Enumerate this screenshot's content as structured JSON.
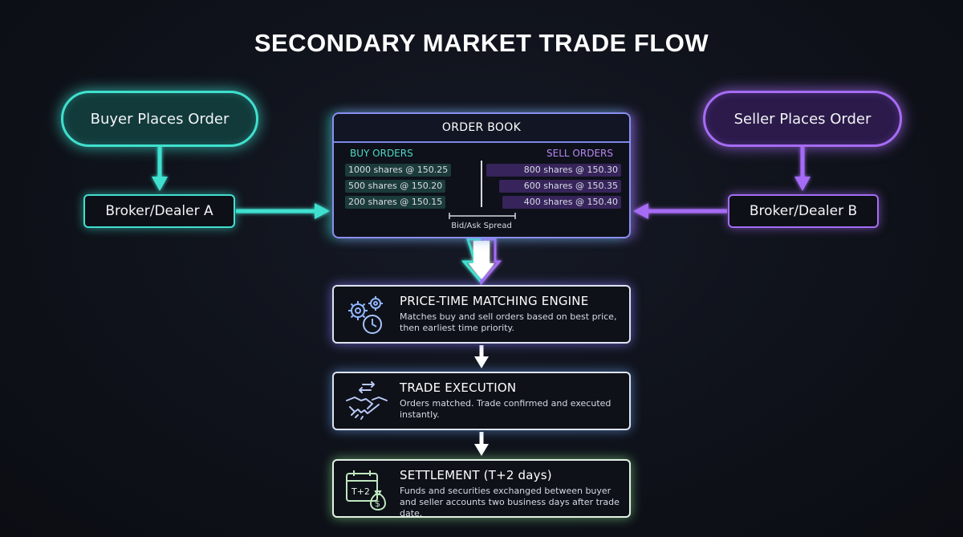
{
  "title": "SECONDARY MARKET TRADE FLOW",
  "buyer": {
    "label": "Buyer Places Order",
    "broker": "Broker/Dealer A"
  },
  "seller": {
    "label": "Seller Places Order",
    "broker": "Broker/Dealer B"
  },
  "order_book": {
    "title": "ORDER BOOK",
    "buy_header": "BUY ORDERS",
    "sell_header": "SELL ORDERS",
    "buy_orders": [
      "1000 shares @ 150.25",
      "500 shares @ 150.20",
      "200 shares @ 150.15"
    ],
    "sell_orders": [
      "800 shares @ 150.30",
      "600 shares @ 150.35",
      "400 shares @ 150.40"
    ],
    "spread_label": "Bid/Ask Spread"
  },
  "steps": [
    {
      "title": "PRICE-TIME MATCHING ENGINE",
      "description": "Matches buy and sell orders based on best price, then earliest time priority.",
      "icon": "gears-clock-icon"
    },
    {
      "title": "TRADE EXECUTION",
      "description": "Orders matched. Trade confirmed and executed instantly.",
      "icon": "handshake-icon"
    },
    {
      "title": "SETTLEMENT (T+2 days)",
      "description": "Funds and securities exchanged between buyer and seller accounts two business days after trade date.",
      "icon": "calendar-money-icon",
      "icon_text": "T+2"
    }
  ],
  "colors": {
    "buy": "#3fe0cf",
    "sell": "#a66cf5",
    "settle": "#7fdc8a",
    "background": "#0f121a"
  }
}
